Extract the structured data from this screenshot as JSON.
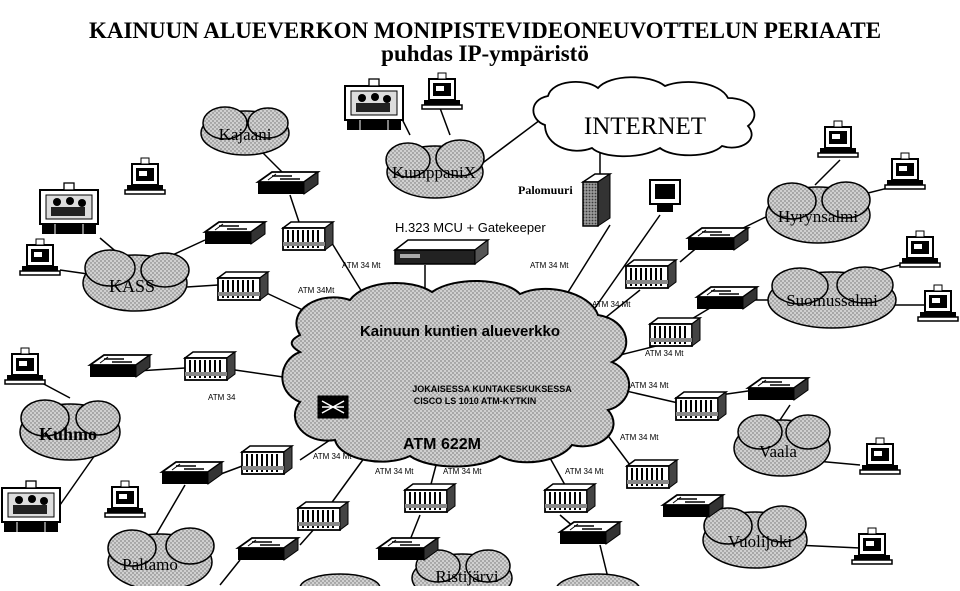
{
  "title": {
    "line1": "KAINUUN ALUEVERKON MONIPISTEVIDEONEUVOTTELUN PERIAATE",
    "line2": "puhdas IP-ympäristö"
  },
  "core": {
    "name": "Kainuun kuntien alueverkko",
    "note_line1": "JOKAISESSA KUNTAKESKUKSESSA",
    "note_line2": "CISCO LS 1010 ATM-KYTKIN",
    "backbone": "ATM 622M"
  },
  "internet": "INTERNET",
  "firewall": "Palomuuri",
  "mcu": "H.323 MCU + Gatekeeper",
  "sites": {
    "kajaani": "Kajaani",
    "kumppanix": "KumppaniX",
    "kass": "KASS",
    "kuhmo": "Kuhmo",
    "paltamo": "Paltamo",
    "ristijarvi": "Ristijärvi",
    "hyrynsalmi": "Hyrynsalmi",
    "suomussalmi": "Suomussalmi",
    "vaala": "Vaala",
    "vuolijoki": "Vuolijoki"
  },
  "links": {
    "kajaani": "ATM 34 Mt",
    "kass": "ATM 34Mt",
    "kuhmo": "ATM 34",
    "paltamo": "ATM 34 Mt",
    "mid1": "ATM 34 Mt",
    "mid2": "ATM 34 Mt",
    "mid3": "ATM 34 Mt",
    "firewall": "ATM 34 Mt",
    "hyrynsalmi": "ATM 34 Mt",
    "suomussalmi": "ATM 34 Mt",
    "vaala": "ATM 34 Mt",
    "vuolijoki": "ATM 34 Mt"
  }
}
